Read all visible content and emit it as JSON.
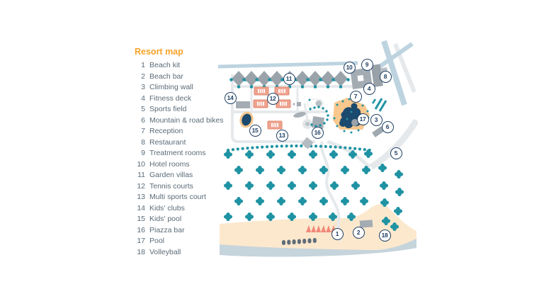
{
  "title": "Resort map",
  "legend": {
    "items": [
      {
        "number": "1",
        "label": "Beach kit"
      },
      {
        "number": "2",
        "label": "Beach bar"
      },
      {
        "number": "3",
        "label": "Climbing wall"
      },
      {
        "number": "4",
        "label": "Fitness deck"
      },
      {
        "number": "5",
        "label": "Sports field"
      },
      {
        "number": "6",
        "label": "Mountain & road bikes"
      },
      {
        "number": "7",
        "label": "Reception"
      },
      {
        "number": "8",
        "label": "Restaurant"
      },
      {
        "number": "9",
        "label": "Treatment rooms"
      },
      {
        "number": "10",
        "label": "Hotel rooms"
      },
      {
        "number": "11",
        "label": "Garden villas"
      },
      {
        "number": "12",
        "label": "Tennis courts"
      },
      {
        "number": "13",
        "label": "Multi sports court"
      },
      {
        "number": "14",
        "label": "Kids' clubs"
      },
      {
        "number": "15",
        "label": "Kids' pool"
      },
      {
        "number": "16",
        "label": "Piazza bar"
      },
      {
        "number": "17",
        "label": "Pool"
      },
      {
        "number": "18",
        "label": "Volleyball"
      }
    ]
  },
  "map": {
    "markers": [
      {
        "number": "1"
      },
      {
        "number": "2"
      },
      {
        "number": "3"
      },
      {
        "number": "4"
      },
      {
        "number": "5"
      },
      {
        "number": "6"
      },
      {
        "number": "7"
      },
      {
        "number": "8"
      },
      {
        "number": "9"
      },
      {
        "number": "10"
      },
      {
        "number": "11"
      },
      {
        "number": "12"
      },
      {
        "number": "13"
      },
      {
        "number": "14"
      },
      {
        "number": "15"
      },
      {
        "number": "16"
      },
      {
        "number": "17"
      },
      {
        "number": "18"
      }
    ]
  },
  "colors": {
    "accent_orange": "#f5a327",
    "legend_text": "#5b6b77",
    "marker_border": "#1e3f63",
    "tree_teal": "#1f93a3",
    "road_gray": "#e6e9eb",
    "road_blue": "#bdd4e0",
    "building_gray": "#a4acb3",
    "villa_gray": "#9ba3aa",
    "court_salmon": "#efa28e",
    "court_border": "#e08a71",
    "pool_navy": "#1b4a6e",
    "pool_deck": "#f8c88e",
    "sand": "#fce8cd",
    "water": "#c6d4dc",
    "tent_coral": "#f28779",
    "chair_slate": "#5e6d78"
  }
}
